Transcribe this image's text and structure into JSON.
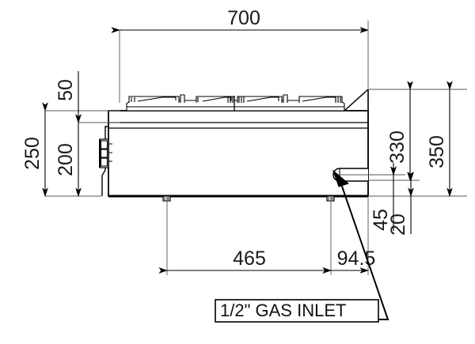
{
  "drawing": {
    "title": "Gas Cooktop Side Elevation Dimensioned Drawing",
    "units_note": "",
    "line_color": "#000000",
    "thin_line_color": "#4d4d4d",
    "text_color": "#1a1a1a",
    "background": "#ffffff"
  },
  "dimensions": {
    "overall_width": "700",
    "overall_height_left": "250",
    "body_height": "200",
    "grate_height": "50",
    "overall_height_right": "350",
    "worktop_height_right": "330",
    "gas_inlet_from_bottom": "45",
    "gas_inlet_offset": "20",
    "foot_spacing": "465",
    "inlet_from_right": "94.5"
  },
  "annotations": {
    "gas_inlet_label": "1/2\" GAS INLET"
  },
  "dim_list": [
    {
      "id": "d700",
      "value": "700",
      "orientation": "horizontal",
      "position": "top"
    },
    {
      "id": "d250",
      "value": "250",
      "orientation": "vertical",
      "position": "left-outer"
    },
    {
      "id": "d200",
      "value": "200",
      "orientation": "vertical",
      "position": "left-inner"
    },
    {
      "id": "d50",
      "value": "50",
      "orientation": "vertical",
      "position": "left-upper"
    },
    {
      "id": "d350",
      "value": "350",
      "orientation": "vertical",
      "position": "right-outer"
    },
    {
      "id": "d330",
      "value": "330",
      "orientation": "vertical",
      "position": "right-inner"
    },
    {
      "id": "d45",
      "value": "45",
      "orientation": "vertical",
      "position": "right-lower-inner"
    },
    {
      "id": "d20",
      "value": "20",
      "orientation": "vertical",
      "position": "right-lower-outer"
    },
    {
      "id": "d465",
      "value": "465",
      "orientation": "horizontal",
      "position": "bottom-left"
    },
    {
      "id": "d945",
      "value": "94.5",
      "orientation": "horizontal",
      "position": "bottom-right"
    }
  ]
}
